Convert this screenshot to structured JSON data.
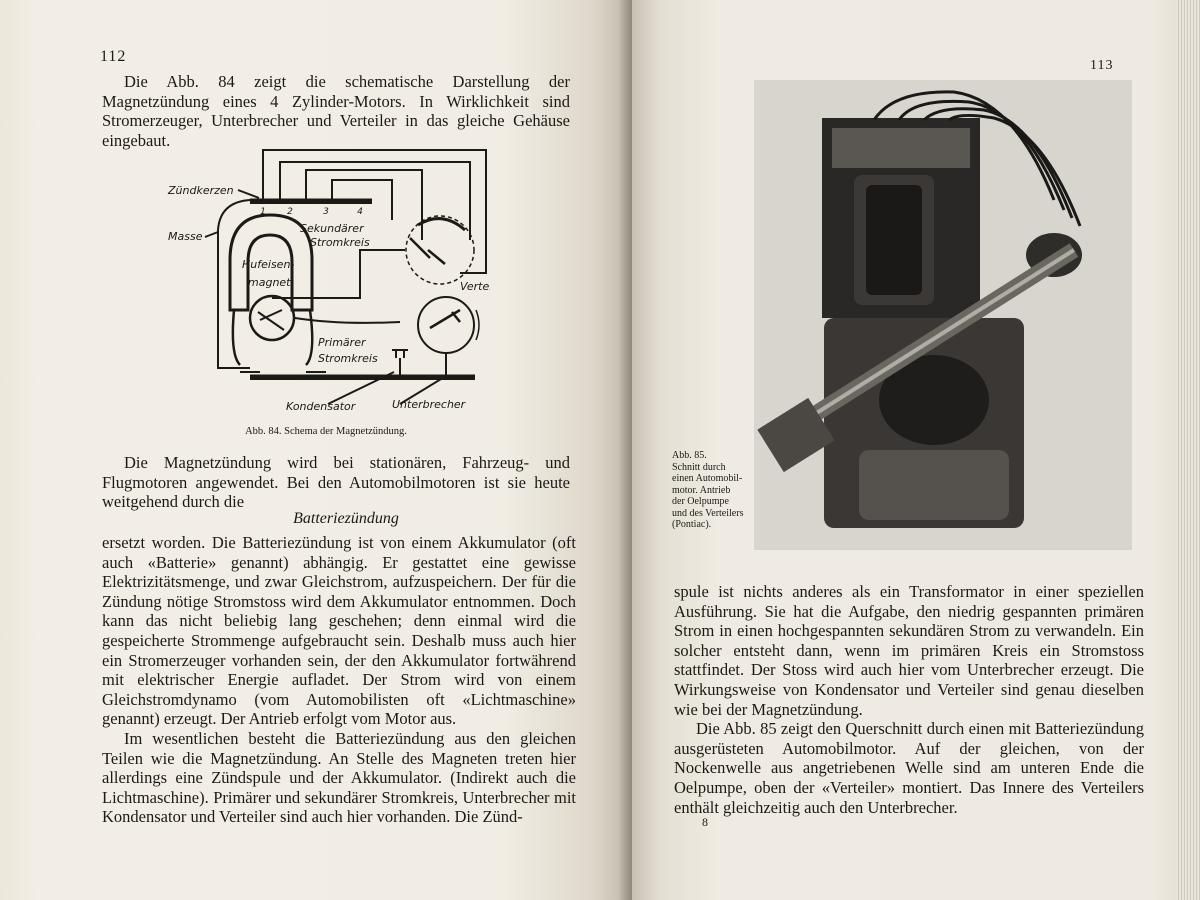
{
  "left_page": {
    "page_number": "112",
    "intro": "Die Abb. 84 zeigt die schematische Darstellung der Magnetzündung eines 4 Zylinder-Motors. In Wirklichkeit sind Stromerzeuger, Unterbrecher und Verteiler in das gleiche Gehäuse eingebaut.",
    "diagram_labels": {
      "zuendkerzen": "Zündkerzen",
      "masse": "Masse",
      "sekundaerer": "Sekundärer",
      "stromkreis_sek": "Stromkreis",
      "hufeisen": "Hufeisen-",
      "magnet": "magnet",
      "verteiler": "Verteiler",
      "primaerer": "Primärer",
      "stromkreis_prim": "Stromkreis",
      "kondensator": "Kondensator",
      "unterbrecher": "Unterbrecher",
      "plug_1": "1",
      "plug_2": "2",
      "plug_3": "3",
      "plug_4": "4"
    },
    "figure_caption": "Abb. 84. Schema der Magnetzündung.",
    "para_2": "Die Magnetzündung wird bei stationären, Fahrzeug- und Flugmotoren angewendet. Bei den Automobilmotoren ist sie heute weitgehend durch die",
    "heading": "Batteriezündung",
    "para_3": "ersetzt worden. Die Batteriezündung ist von einem Akkumulator (oft auch «Batterie» genannt) abhängig. Er gestattet eine gewisse Elektrizitätsmenge, und zwar Gleichstrom, aufzuspeichern. Der für die Zündung nötige Stromstoss wird dem Akkumulator entnommen. Doch kann das nicht beliebig lang geschehen; denn einmal wird die gespeicherte Strommenge aufgebraucht sein. Deshalb muss auch hier ein Stromerzeuger vorhanden sein, der den Akkumulator fortwährend mit elektrischer Energie aufladet. Der Strom wird von einem Gleichstromdynamo (vom Automobilisten oft «Lichtmaschine» genannt) erzeugt. Der Antrieb erfolgt vom Motor aus.",
    "para_4": "Im wesentlichen besteht die Batteriezündung aus den gleichen Teilen wie die Magnetzündung. An Stelle des Magneten treten hier allerdings eine Zündspule und der Akkumulator. (Indirekt auch die Lichtmaschine). Primärer und sekundärer Stromkreis, Unterbrecher mit Kondensator und Verteiler sind auch hier vorhanden. Die Zünd-"
  },
  "right_page": {
    "page_number": "113",
    "figure_caption_lines": [
      "Abb. 85.",
      "Schnitt durch",
      "einen Automobil-",
      "motor. Antrieb",
      "der Oelpumpe",
      "und des Verteilers",
      "(Pontiac)."
    ],
    "para_1": "spule ist nichts anderes als ein Transformator in einer speziellen Ausführung. Sie hat die Aufgabe, den niedrig gespannten primären Strom in einen hochgespannten sekundären Strom zu verwandeln. Ein solcher entsteht dann, wenn im primären Kreis ein Stromstoss stattfindet. Der Stoss wird auch hier vom Unterbrecher erzeugt. Die Wirkungsweise von Kondensator und Verteiler sind genau dieselben wie bei der Magnetzündung.",
    "para_2": "Die Abb. 85 zeigt den Querschnitt durch einen mit Batteriezündung ausgerüsteten Automobilmotor. Auf der gleichen, von der Nockenwelle aus angetriebenen Welle sind am unteren Ende die Oelpumpe, oben der «Verteiler» montiert. Das Innere des Verteilers enthält gleichzeitig auch den Unterbrecher.",
    "signature_mark": "8"
  }
}
